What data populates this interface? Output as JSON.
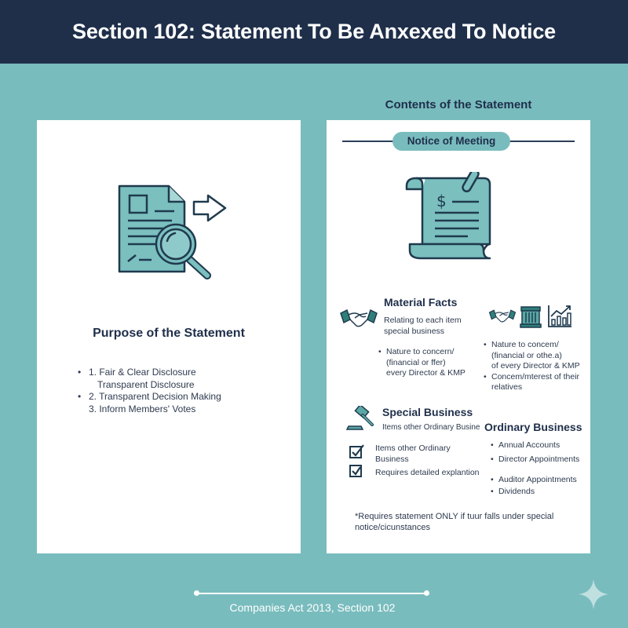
{
  "header": {
    "title": "Section 102: Statement To Be Anxexed To Notice",
    "background": "#1f2f4a"
  },
  "colors": {
    "background_teal": "#79bcbe",
    "navy": "#1f2f4a",
    "card": "#ffffff",
    "icon_fill": "#7bbfbf"
  },
  "left_card": {
    "icon": "document-magnifier-arrow-icon",
    "title": "Purpose of the Statement",
    "items": [
      {
        "bullet": "•",
        "text": "1. Fair & Clear Disclosure"
      },
      {
        "bullet": "",
        "text": "Transparent Disclosure"
      },
      {
        "bullet": "•",
        "text": "2. Transparent Decision Making"
      },
      {
        "bullet": "",
        "text": "3. Inform Members' Votes"
      }
    ]
  },
  "right_card": {
    "heading": "Contents of the Statement",
    "pill": "Notice of Meeting",
    "top_icon": "scroll-dollar-paperclip-icon",
    "material_facts": {
      "title": "Material Facts",
      "subtitle_line1": "Relating to each item",
      "subtitle_line2": "special business",
      "left_bullets": [
        {
          "lines": [
            "Nature to concern/",
            "(financial or ffer)",
            "every Director & KMP"
          ]
        }
      ],
      "right_icons": [
        "handshake-icon",
        "bank-building-icon",
        "growth-chart-icon"
      ],
      "right_bullets": [
        {
          "lines": [
            "Nature to concem/",
            "(financial or othe.a)",
            "of every Director & KMP"
          ]
        },
        {
          "lines": [
            "Concem/mterest of their",
            "relatives"
          ]
        }
      ]
    },
    "special_business": {
      "title": "Special Business",
      "subtitle": "Items other Ordinary Busine",
      "checks": [
        {
          "lines": [
            "Items other Ordinary",
            "Business"
          ]
        },
        {
          "lines": [
            "Requires detailed explantion"
          ]
        }
      ]
    },
    "ordinary_business": {
      "title": "Ordinary Business",
      "items": [
        "Annual Accounts",
        "Director Appointments",
        "Auditor Appointments",
        "Dividends"
      ]
    },
    "footnote_line1": "*Requires statement ONLY if tuur falls under special",
    "footnote_line2": "notice/cicunstances"
  },
  "footer": {
    "text": "Companies Act 2013, Section 102",
    "decoration": "sparkle-icon"
  }
}
